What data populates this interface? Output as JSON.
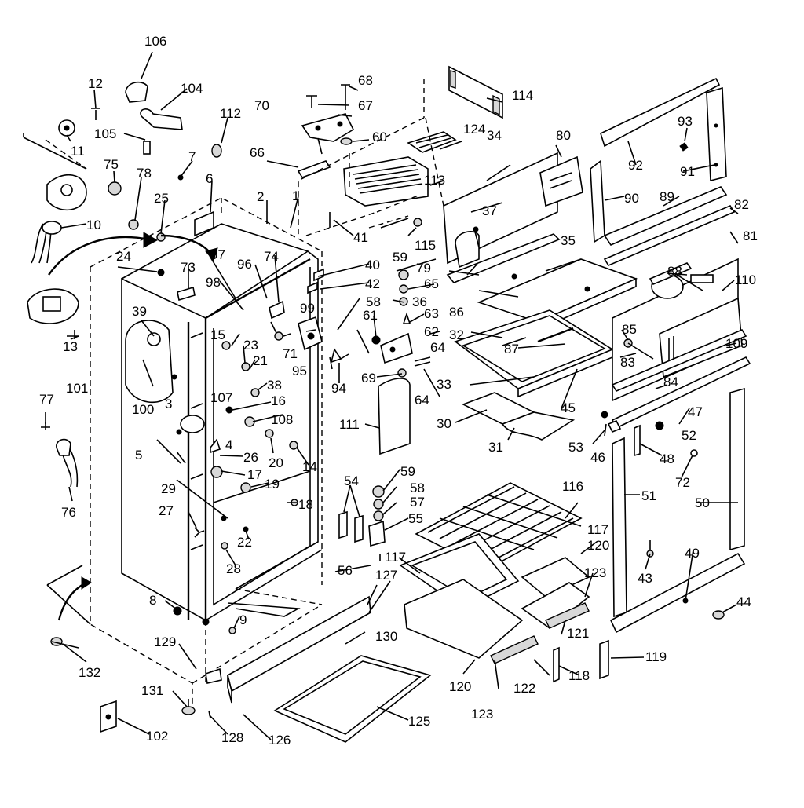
{
  "labels": [
    "1",
    "2",
    "3",
    "4",
    "5",
    "6",
    "7",
    "8",
    "9",
    "10",
    "11",
    "12",
    "13",
    "14",
    "15",
    "16",
    "17",
    "18",
    "19",
    "20",
    "21",
    "22",
    "23",
    "24",
    "25",
    "26",
    "27",
    "28",
    "29",
    "30",
    "31",
    "32",
    "33",
    "34",
    "35",
    "36",
    "37",
    "38",
    "39",
    "40",
    "41",
    "42",
    "43",
    "44",
    "45",
    "46",
    "47",
    "48",
    "49",
    "50",
    "51",
    "52",
    "53",
    "54",
    "55",
    "56",
    "57",
    "58",
    "59",
    "60",
    "61",
    "62",
    "63",
    "64",
    "65",
    "66",
    "67",
    "68",
    "69",
    "70",
    "71",
    "72",
    "73",
    "74",
    "75",
    "76",
    "77",
    "78",
    "79",
    "80",
    "81",
    "82",
    "83",
    "84",
    "85",
    "86",
    "87",
    "88",
    "89",
    "90",
    "91",
    "92",
    "93",
    "94",
    "95",
    "96",
    "97",
    "98",
    "99",
    "100",
    "101",
    "102",
    "104",
    "105",
    "106",
    "107",
    "108",
    "109",
    "110",
    "111",
    "112",
    "113",
    "114",
    "115",
    "116",
    "117",
    "118",
    "119",
    "120",
    "121",
    "122",
    "123",
    "124",
    "125",
    "126",
    "127",
    "128",
    "129",
    "130",
    "131",
    "132"
  ]
}
